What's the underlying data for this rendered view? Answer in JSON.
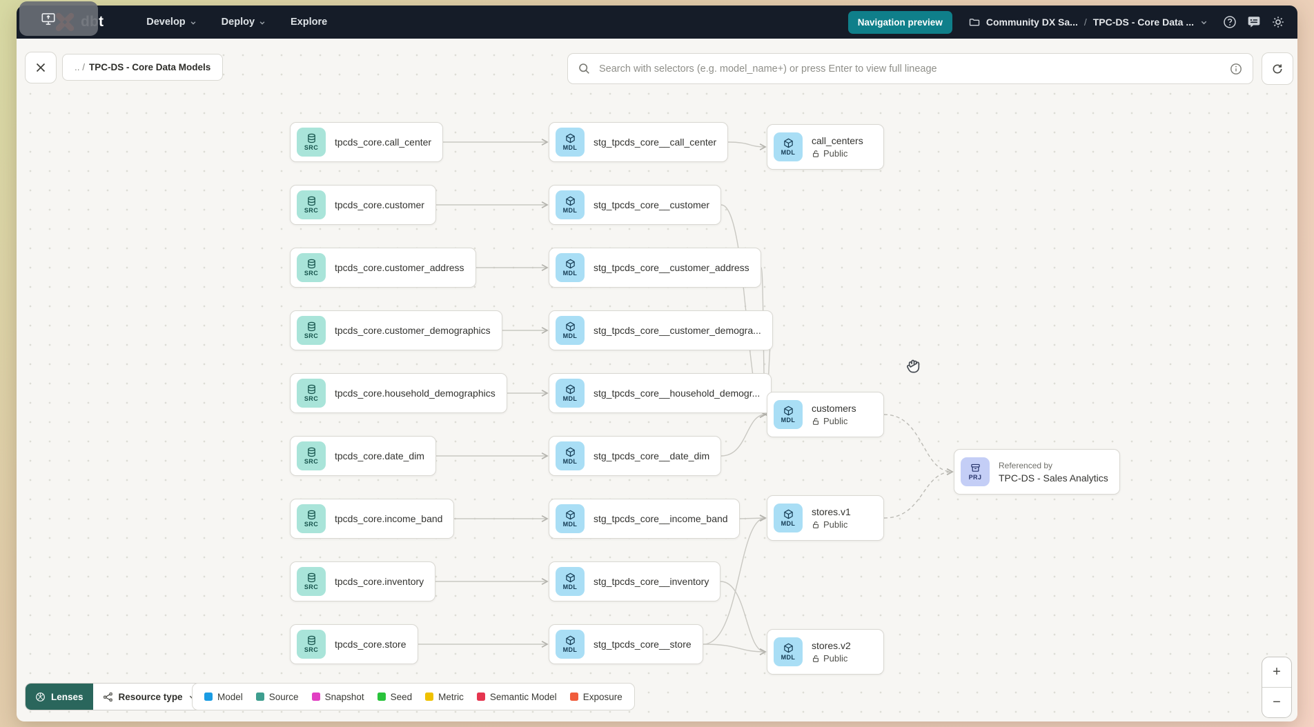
{
  "navbar": {
    "brand": "dbt",
    "menu": [
      {
        "label": "Develop",
        "has_chevron": true
      },
      {
        "label": "Deploy",
        "has_chevron": true
      },
      {
        "label": "Explore",
        "has_chevron": false
      }
    ],
    "preview_button": "Navigation preview",
    "project_breadcrumb": "Community DX Sa...",
    "separator": "/",
    "lineage_breadcrumb": "TPC-DS - Core Data ..."
  },
  "toolbar": {
    "breadcrumb_prefix": ".. /",
    "breadcrumb_title": "TPC-DS - Core Data Models",
    "search_placeholder": "Search with selectors (e.g. model_name+) or press Enter to view full lineage"
  },
  "graph": {
    "badges": {
      "source": "SRC",
      "model": "MDL",
      "project": "PRJ"
    },
    "source_labels": [
      "tpcds_core.call_center",
      "tpcds_core.customer",
      "tpcds_core.customer_address",
      "tpcds_core.customer_demographics",
      "tpcds_core.household_demographics",
      "tpcds_core.date_dim",
      "tpcds_core.income_band",
      "tpcds_core.inventory",
      "tpcds_core.store"
    ],
    "model_labels": [
      "stg_tpcds_core__call_center",
      "stg_tpcds_core__customer",
      "stg_tpcds_core__customer_address",
      "stg_tpcds_core__customer_demogra...",
      "stg_tpcds_core__household_demogr...",
      "stg_tpcds_core__date_dim",
      "stg_tpcds_core__income_band",
      "stg_tpcds_core__inventory",
      "stg_tpcds_core__store"
    ],
    "public_models": [
      {
        "title": "call_centers",
        "access": "Public"
      },
      {
        "title": "customers",
        "access": "Public"
      },
      {
        "title": "stores.v1",
        "access": "Public"
      },
      {
        "title": "stores.v2",
        "access": "Public"
      }
    ],
    "project_node": {
      "pretext": "Referenced by",
      "title": "TPC-DS - Sales Analytics"
    },
    "edges": {
      "solid": [
        [
          "src-0",
          "mdl-0"
        ],
        [
          "src-1",
          "mdl-1"
        ],
        [
          "src-2",
          "mdl-2"
        ],
        [
          "src-3",
          "mdl-3"
        ],
        [
          "src-4",
          "mdl-4"
        ],
        [
          "src-5",
          "mdl-5"
        ],
        [
          "src-6",
          "mdl-6"
        ],
        [
          "src-7",
          "mdl-7"
        ],
        [
          "src-8",
          "mdl-8"
        ],
        [
          "mdl-0",
          "pub-0"
        ],
        [
          "mdl-1",
          "pub-1"
        ],
        [
          "mdl-2",
          "pub-1"
        ],
        [
          "mdl-3",
          "pub-1"
        ],
        [
          "mdl-4",
          "pub-1"
        ],
        [
          "mdl-5",
          "pub-1"
        ],
        [
          "mdl-6",
          "pub-2"
        ],
        [
          "mdl-8",
          "pub-2"
        ],
        [
          "mdl-7",
          "pub-3"
        ],
        [
          "mdl-8",
          "pub-3"
        ]
      ],
      "dashed": [
        [
          "pub-1",
          "prj-0"
        ],
        [
          "pub-2",
          "prj-0"
        ]
      ]
    }
  },
  "legend": {
    "lenses": "Lenses",
    "resource_type": "Resource type",
    "items": [
      {
        "label": "Model",
        "color": "#1b9ce3"
      },
      {
        "label": "Source",
        "color": "#3e9e8f"
      },
      {
        "label": "Snapshot",
        "color": "#e13fc2"
      },
      {
        "label": "Seed",
        "color": "#29c33b"
      },
      {
        "label": "Metric",
        "color": "#efc100"
      },
      {
        "label": "Semantic Model",
        "color": "#e5354f"
      },
      {
        "label": "Exposure",
        "color": "#f05c3c"
      }
    ]
  },
  "zoom": {
    "zoom_in": "+",
    "zoom_out": "−"
  },
  "colors": {
    "navbar_bg": "#151c28",
    "accent_teal": "#0f7f8a",
    "lenses_bg": "#2a665c",
    "brand_orange": "#ff4f1f",
    "source_badge_bg": "#a9e4d9",
    "model_badge_bg": "#a9def5",
    "project_badge_bg": "#c4cef6",
    "edge": "#c9c8c2"
  }
}
